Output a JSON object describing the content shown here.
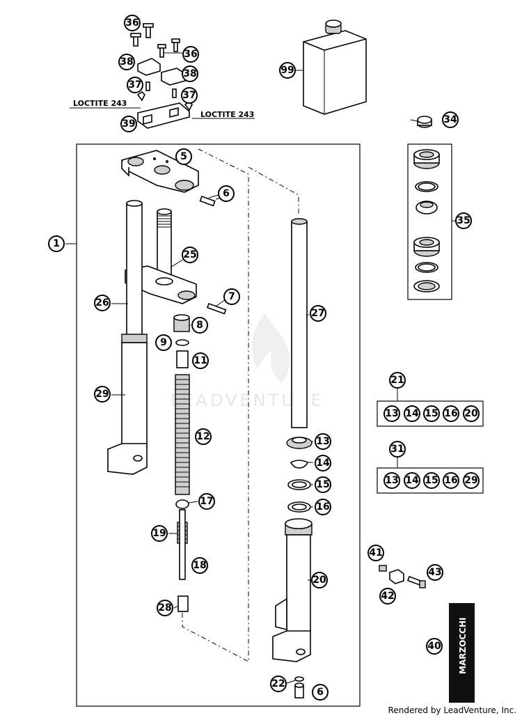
{
  "watermark": "LEADVENTURE",
  "credit": "Rendered by LeadVenture, Inc.",
  "notes": {
    "loctite_left": "LOCTITE 243",
    "loctite_right": "LOCTITE 243"
  },
  "brand_label": "MARZOCCHI",
  "callouts": {
    "c36a": "36",
    "c36b": "36",
    "c38a": "38",
    "c38b": "38",
    "c37a": "37",
    "c37b": "37",
    "c39": "39",
    "c99": "99",
    "c34": "34",
    "c35": "35",
    "c5": "5",
    "c6a": "6",
    "c1": "1",
    "c25": "25",
    "c7": "7",
    "c26": "26",
    "c8": "8",
    "c9": "9",
    "c11": "11",
    "c27": "27",
    "c29": "29",
    "c12": "12",
    "c13": "13",
    "c14": "14",
    "c15": "15",
    "c16": "16",
    "c17": "17",
    "c19": "19",
    "c18": "18",
    "c20": "20",
    "c28": "28",
    "c22": "22",
    "c6b": "6",
    "c21": "21",
    "c31": "31",
    "c41": "41",
    "c42": "42",
    "c43": "43",
    "c40": "40"
  },
  "kit_21": [
    "13",
    "14",
    "15",
    "16",
    "20"
  ],
  "kit_31": [
    "13",
    "14",
    "15",
    "16",
    "29"
  ]
}
